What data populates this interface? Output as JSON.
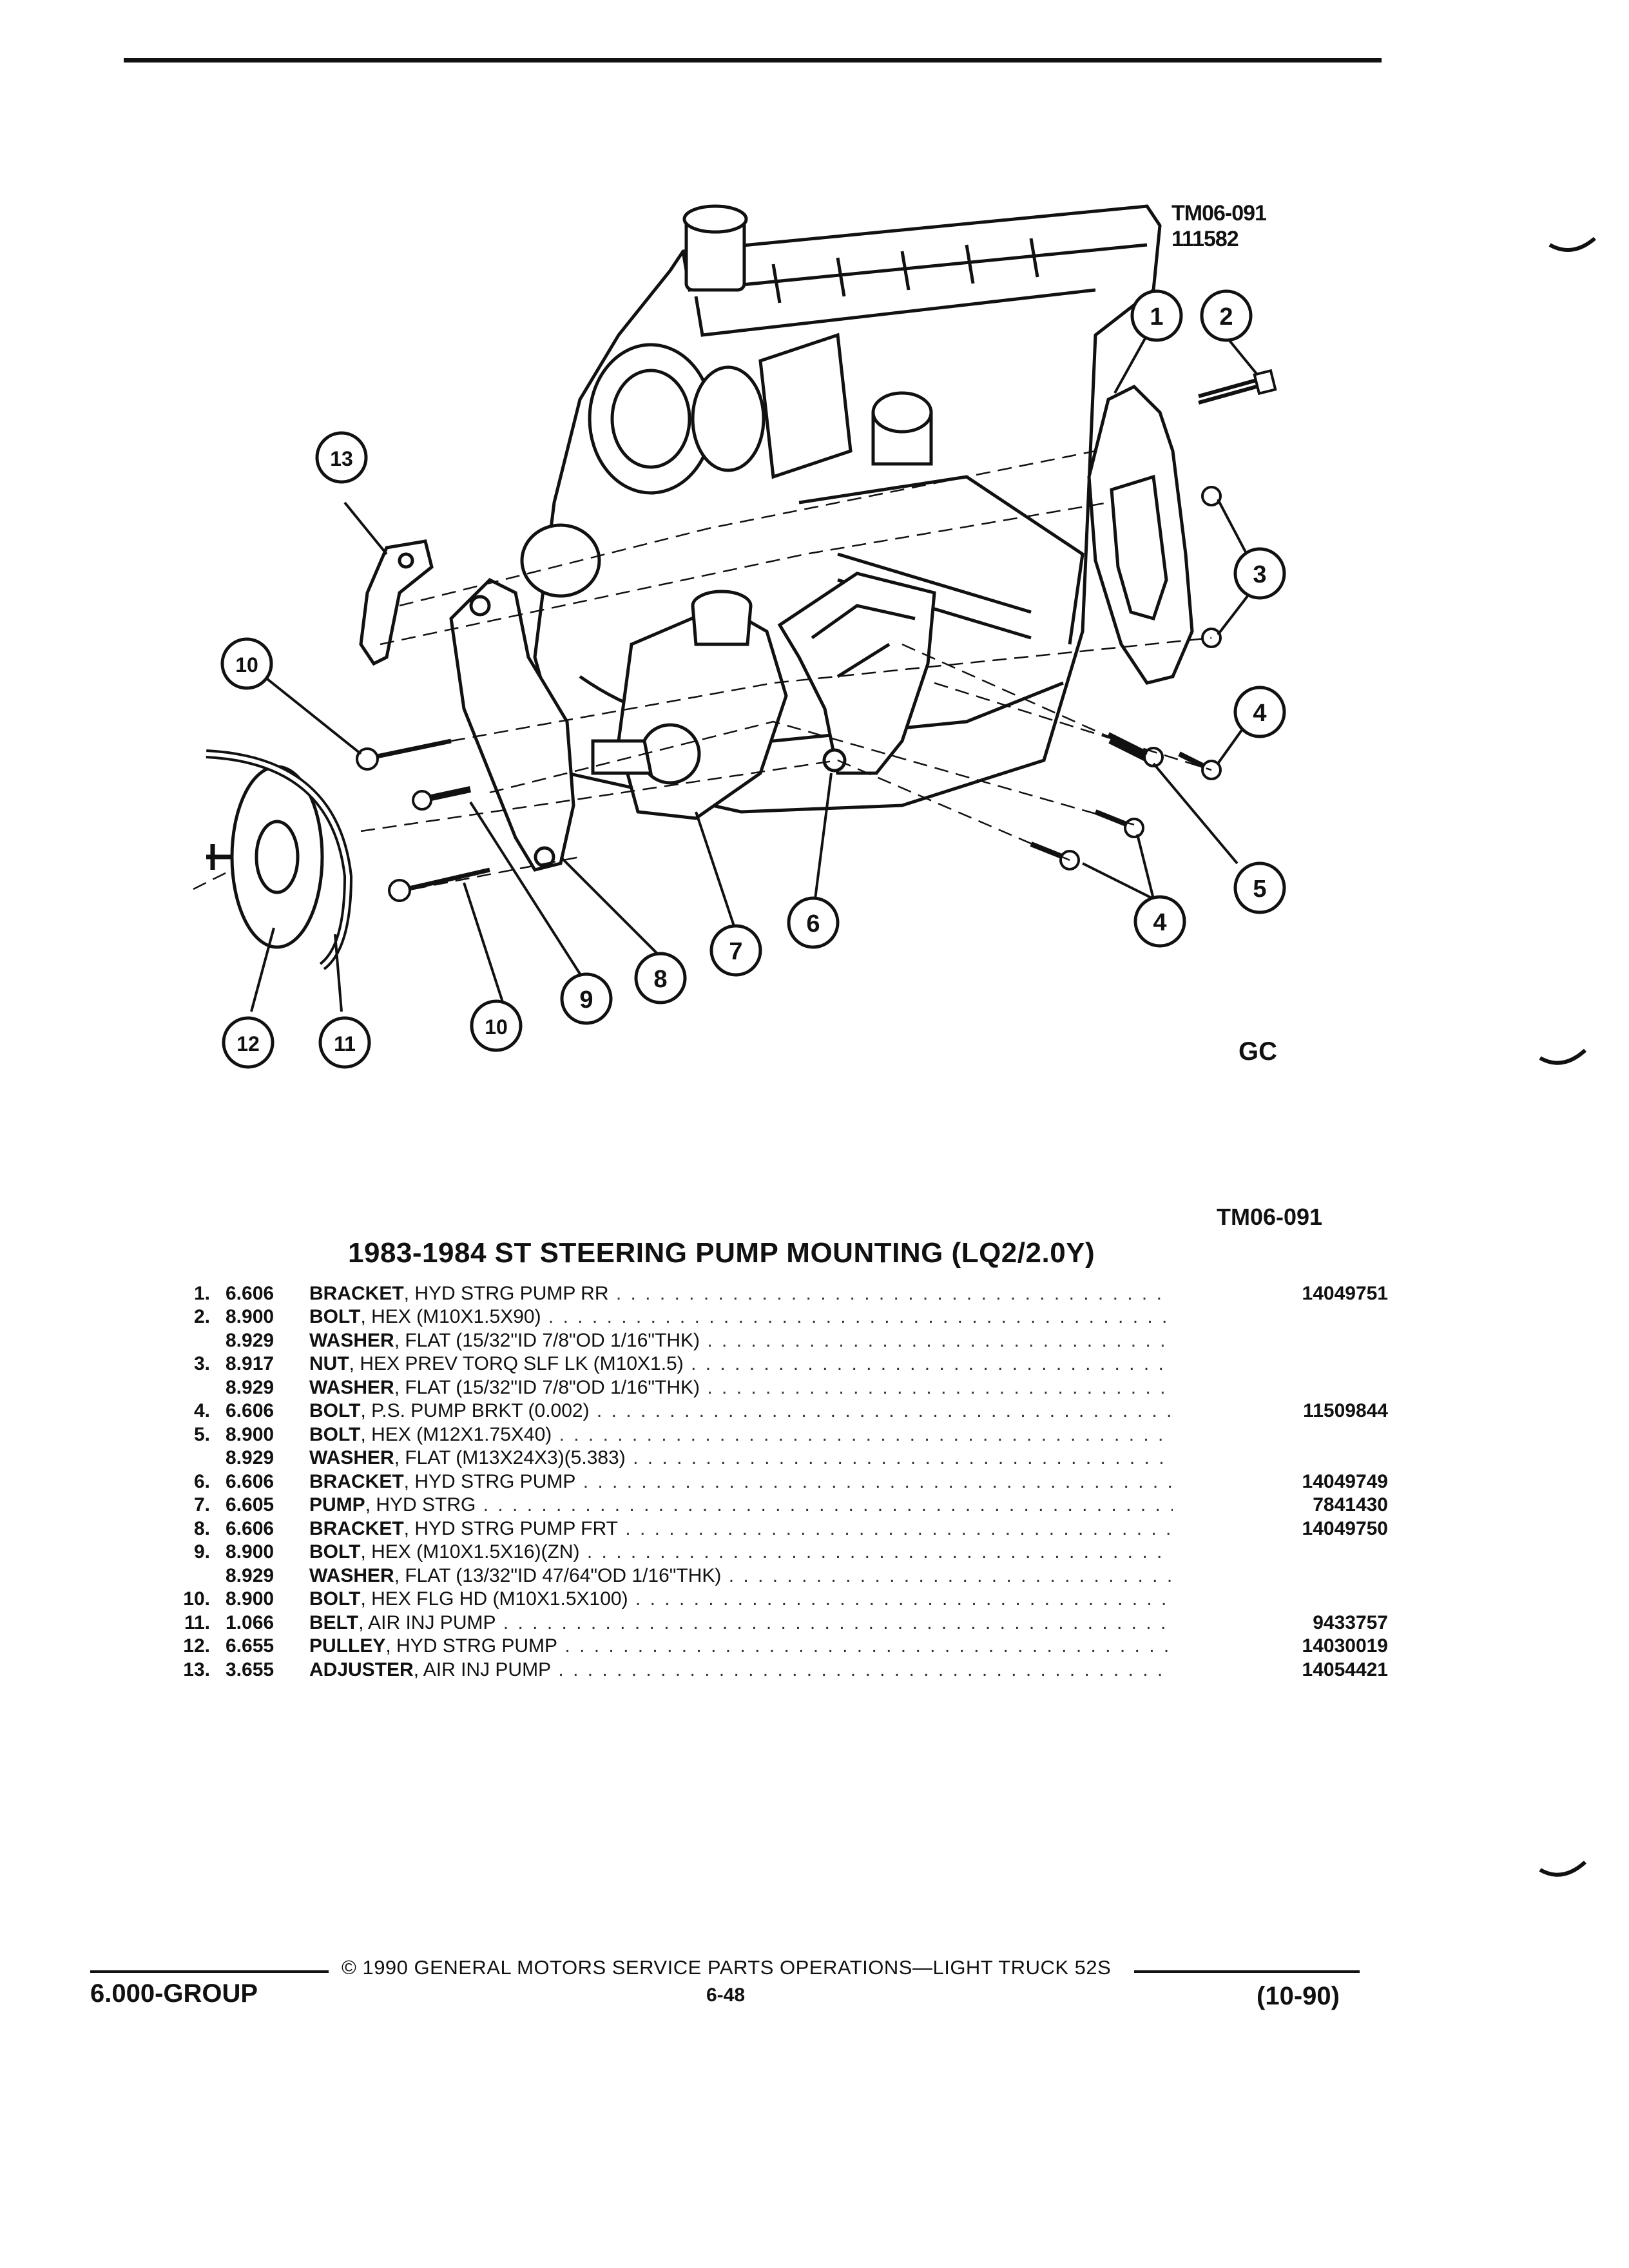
{
  "figure": {
    "code_top": "TM06-091",
    "code_number": "111582",
    "callouts": [
      "1",
      "2",
      "3",
      "4",
      "5",
      "6",
      "7",
      "8",
      "9",
      "10",
      "11",
      "12",
      "13",
      "4",
      "10"
    ],
    "logo": "GC",
    "code_bottom": "TM06-091"
  },
  "table": {
    "title": "1983-1984 ST STEERING PUMP MOUNTING (LQ2/2.0Y)",
    "rows": [
      {
        "num": "1.",
        "code": "6.606",
        "name": "BRACKET",
        "spec": ", HYD STRG PUMP RR",
        "part": "14049751"
      },
      {
        "num": "2.",
        "code": "8.900",
        "name": "BOLT",
        "spec": ", HEX (M10X1.5X90)",
        "part": ""
      },
      {
        "num": "",
        "code": "8.929",
        "name": "WASHER",
        "spec": ", FLAT (15/32\"ID 7/8\"OD 1/16\"THK)",
        "part": ""
      },
      {
        "num": "3.",
        "code": "8.917",
        "name": "NUT",
        "spec": ", HEX PREV TORQ SLF LK (M10X1.5)",
        "part": ""
      },
      {
        "num": "",
        "code": "8.929",
        "name": "WASHER",
        "spec": ", FLAT (15/32\"ID 7/8\"OD 1/16\"THK)",
        "part": ""
      },
      {
        "num": "4.",
        "code": "6.606",
        "name": "BOLT",
        "spec": ", P.S. PUMP BRKT (0.002)",
        "part": "11509844"
      },
      {
        "num": "5.",
        "code": "8.900",
        "name": "BOLT",
        "spec": ", HEX (M12X1.75X40)",
        "part": ""
      },
      {
        "num": "",
        "code": "8.929",
        "name": "WASHER",
        "spec": ", FLAT (M13X24X3)(5.383)",
        "part": ""
      },
      {
        "num": "6.",
        "code": "6.606",
        "name": "BRACKET",
        "spec": ", HYD STRG PUMP",
        "part": "14049749"
      },
      {
        "num": "7.",
        "code": "6.605",
        "name": "PUMP",
        "spec": ", HYD STRG",
        "part": "7841430"
      },
      {
        "num": "8.",
        "code": "6.606",
        "name": "BRACKET",
        "spec": ", HYD STRG PUMP FRT",
        "part": "14049750"
      },
      {
        "num": "9.",
        "code": "8.900",
        "name": "BOLT",
        "spec": ", HEX (M10X1.5X16)(ZN)",
        "part": ""
      },
      {
        "num": "",
        "code": "8.929",
        "name": "WASHER",
        "spec": ", FLAT (13/32\"ID 47/64\"OD 1/16\"THK)",
        "part": ""
      },
      {
        "num": "10.",
        "code": "8.900",
        "name": "BOLT",
        "spec": ", HEX FLG HD (M10X1.5X100)",
        "part": ""
      },
      {
        "num": "11.",
        "code": "1.066",
        "name": "BELT",
        "spec": ", AIR INJ PUMP",
        "part": "9433757"
      },
      {
        "num": "12.",
        "code": "6.655",
        "name": "PULLEY",
        "spec": ", HYD STRG PUMP",
        "part": "14030019"
      },
      {
        "num": "13.",
        "code": "3.655",
        "name": "ADJUSTER",
        "spec": ", AIR INJ PUMP",
        "part": "14054421"
      }
    ]
  },
  "footer": {
    "group": "6.000-GROUP",
    "copyright": "© 1990 GENERAL MOTORS SERVICE PARTS OPERATIONS—LIGHT TRUCK 52S",
    "page": "6-48",
    "date": "(10-90)"
  }
}
